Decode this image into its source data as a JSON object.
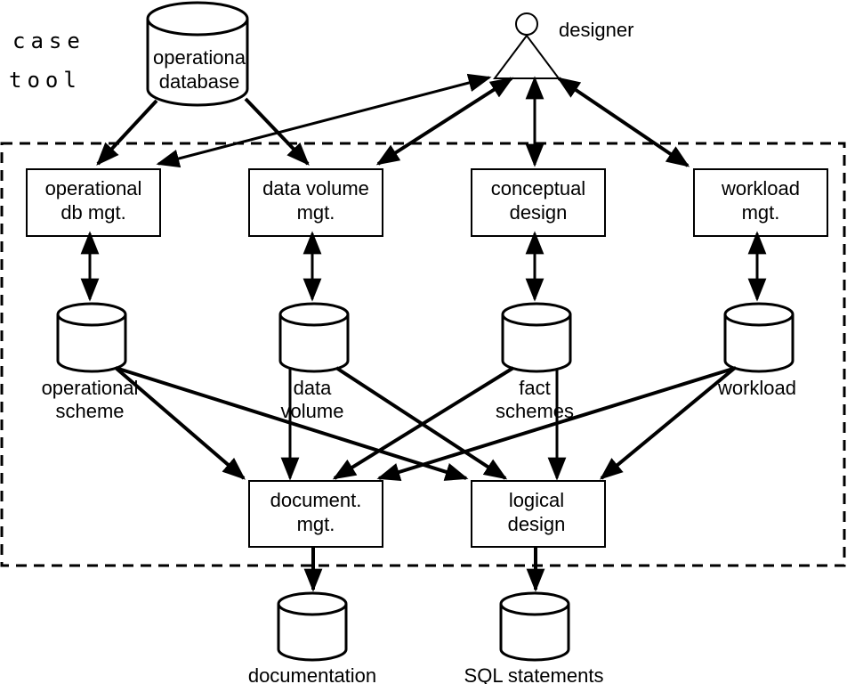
{
  "handwritten_note": [
    "case",
    "tool"
  ],
  "actor": {
    "label": "designer"
  },
  "external_sources": {
    "operational_database": [
      "operationa",
      "database"
    ]
  },
  "boundary": {
    "style": "dashed",
    "meaning": "case tool"
  },
  "modules": {
    "operational_db_mgt": [
      "operational",
      "db mgt."
    ],
    "data_volume_mgt": [
      "data volume",
      "mgt."
    ],
    "conceptual_design": [
      "conceptual",
      "design"
    ],
    "workload_mgt": [
      "workload",
      "mgt."
    ],
    "document_mgt": [
      "document.",
      "mgt."
    ],
    "logical_design": [
      "logical",
      "design"
    ]
  },
  "repositories": {
    "operational_scheme": [
      "operational",
      "scheme"
    ],
    "data_volume": [
      "data",
      "volume"
    ],
    "fact_schemes": [
      "fact",
      "schemes"
    ],
    "workload": [
      "workload"
    ]
  },
  "outputs": {
    "documentation": [
      "documentation"
    ],
    "sql_statements": [
      "SQL statements"
    ]
  },
  "edges": [
    {
      "from": "operational database",
      "to": "operational db mgt.",
      "type": "directed"
    },
    {
      "from": "operational database",
      "to": "data volume mgt.",
      "type": "directed"
    },
    {
      "from": "designer",
      "to": "operational db mgt.",
      "type": "bidirectional"
    },
    {
      "from": "designer",
      "to": "data volume mgt.",
      "type": "bidirectional"
    },
    {
      "from": "designer",
      "to": "conceptual design",
      "type": "bidirectional"
    },
    {
      "from": "designer",
      "to": "workload mgt.",
      "type": "bidirectional"
    },
    {
      "from": "operational db mgt.",
      "to": "operational scheme",
      "type": "bidirectional"
    },
    {
      "from": "data volume mgt.",
      "to": "data volume",
      "type": "bidirectional"
    },
    {
      "from": "conceptual design",
      "to": "fact schemes",
      "type": "bidirectional"
    },
    {
      "from": "workload mgt.",
      "to": "workload",
      "type": "bidirectional"
    },
    {
      "from": "operational scheme",
      "to": "document. mgt.",
      "type": "directed"
    },
    {
      "from": "operational scheme",
      "to": "logical design",
      "type": "directed"
    },
    {
      "from": "data volume",
      "to": "document. mgt.",
      "type": "directed"
    },
    {
      "from": "data volume",
      "to": "logical design",
      "type": "directed"
    },
    {
      "from": "fact schemes",
      "to": "document. mgt.",
      "type": "directed"
    },
    {
      "from": "fact schemes",
      "to": "logical design",
      "type": "directed"
    },
    {
      "from": "workload",
      "to": "document. mgt.",
      "type": "directed"
    },
    {
      "from": "workload",
      "to": "logical design",
      "type": "directed"
    },
    {
      "from": "document. mgt.",
      "to": "documentation",
      "type": "directed"
    },
    {
      "from": "logical design",
      "to": "SQL statements",
      "type": "directed"
    }
  ]
}
